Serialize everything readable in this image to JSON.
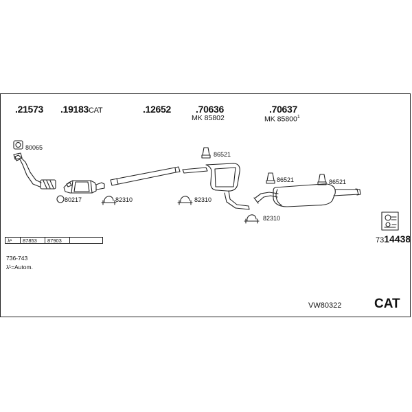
{
  "parts": [
    {
      "number": ".21573",
      "suffix": ""
    },
    {
      "number": ".19183",
      "suffix": "CAT"
    },
    {
      "number": ".12652",
      "suffix": ""
    },
    {
      "number": ".70636",
      "suffix": "",
      "mk": "MK 85802",
      "mk_sup": ""
    },
    {
      "number": ".70637",
      "suffix": "",
      "mk": "MK 85800",
      "mk_sup": "1"
    }
  ],
  "labels": {
    "gasket": "80065",
    "ring": "80217",
    "clamp1": "82310",
    "clamp2": "82310",
    "clamp3": "82310",
    "hanger1": "86521",
    "hanger2": "86521",
    "hanger3": "86521"
  },
  "lambda_table": {
    "symbol": "λ¹",
    "cells": [
      "87853",
      "87903",
      ""
    ]
  },
  "ref_number": {
    "prefix": "73",
    "main": "14438"
  },
  "notes": {
    "range": "736-743",
    "lambda_note": "λ¹=Autom."
  },
  "system_code": "VW80322",
  "cat_label": "CAT"
}
